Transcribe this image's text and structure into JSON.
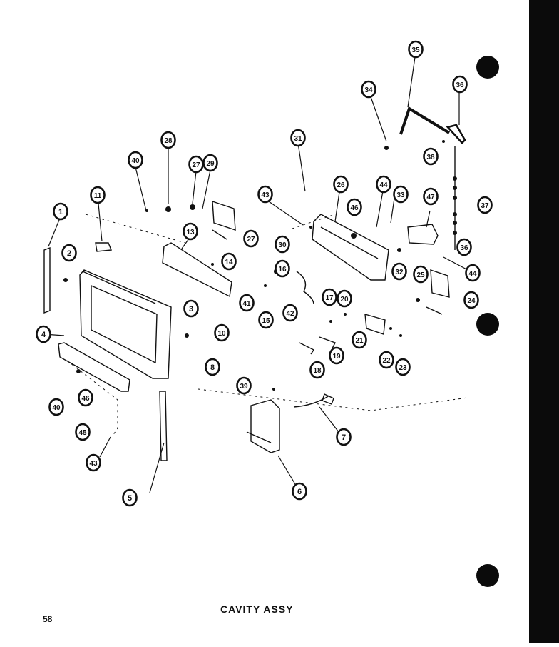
{
  "caption": "CAVITY ASSY",
  "page_number": "58",
  "callouts": [
    "1",
    "2",
    "3",
    "4",
    "5",
    "6",
    "7",
    "8",
    "10",
    "11",
    "13",
    "14",
    "15",
    "16",
    "17",
    "18",
    "19",
    "20",
    "21",
    "22",
    "23",
    "24",
    "25",
    "26",
    "27",
    "27",
    "28",
    "29",
    "30",
    "31",
    "32",
    "33",
    "34",
    "35",
    "36",
    "36",
    "37",
    "38",
    "39",
    "40",
    "40",
    "41",
    "42",
    "43",
    "43",
    "44",
    "44",
    "45",
    "46",
    "46",
    "47"
  ],
  "colors": {
    "ink": "#111111",
    "paper": "#ffffff",
    "binding": "#0b0b0b"
  }
}
